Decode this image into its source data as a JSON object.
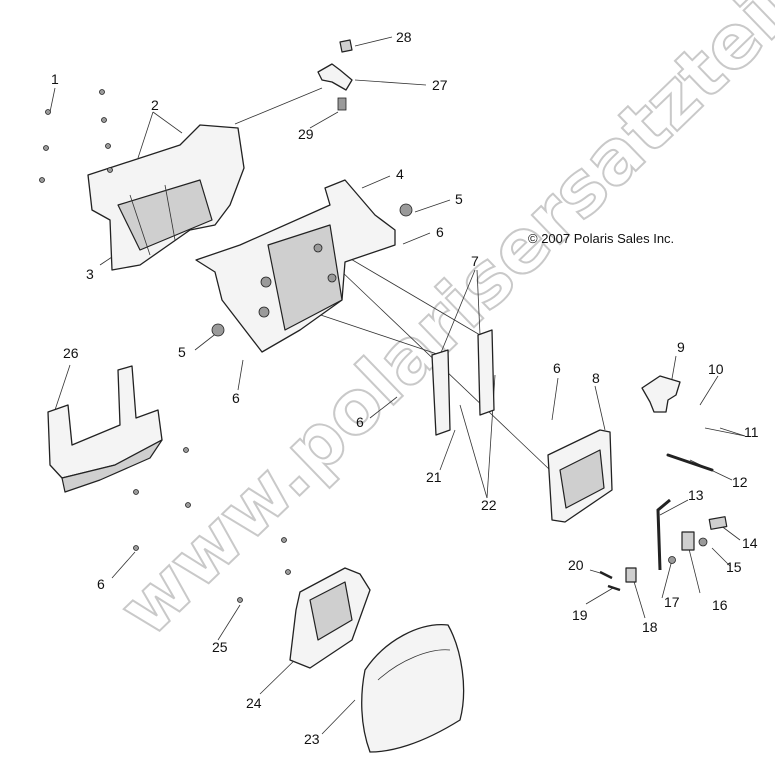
{
  "copyright": "© 2007 Polaris Sales Inc.",
  "watermark": "www.polarisersatzteile.de",
  "callouts": [
    "1",
    "2",
    "3",
    "4",
    "5",
    "5",
    "6",
    "6",
    "6",
    "6",
    "6",
    "7",
    "8",
    "9",
    "10",
    "11",
    "12",
    "13",
    "14",
    "15",
    "16",
    "17",
    "18",
    "19",
    "20",
    "21",
    "22",
    "23",
    "24",
    "25",
    "26",
    "27",
    "28",
    "29"
  ]
}
